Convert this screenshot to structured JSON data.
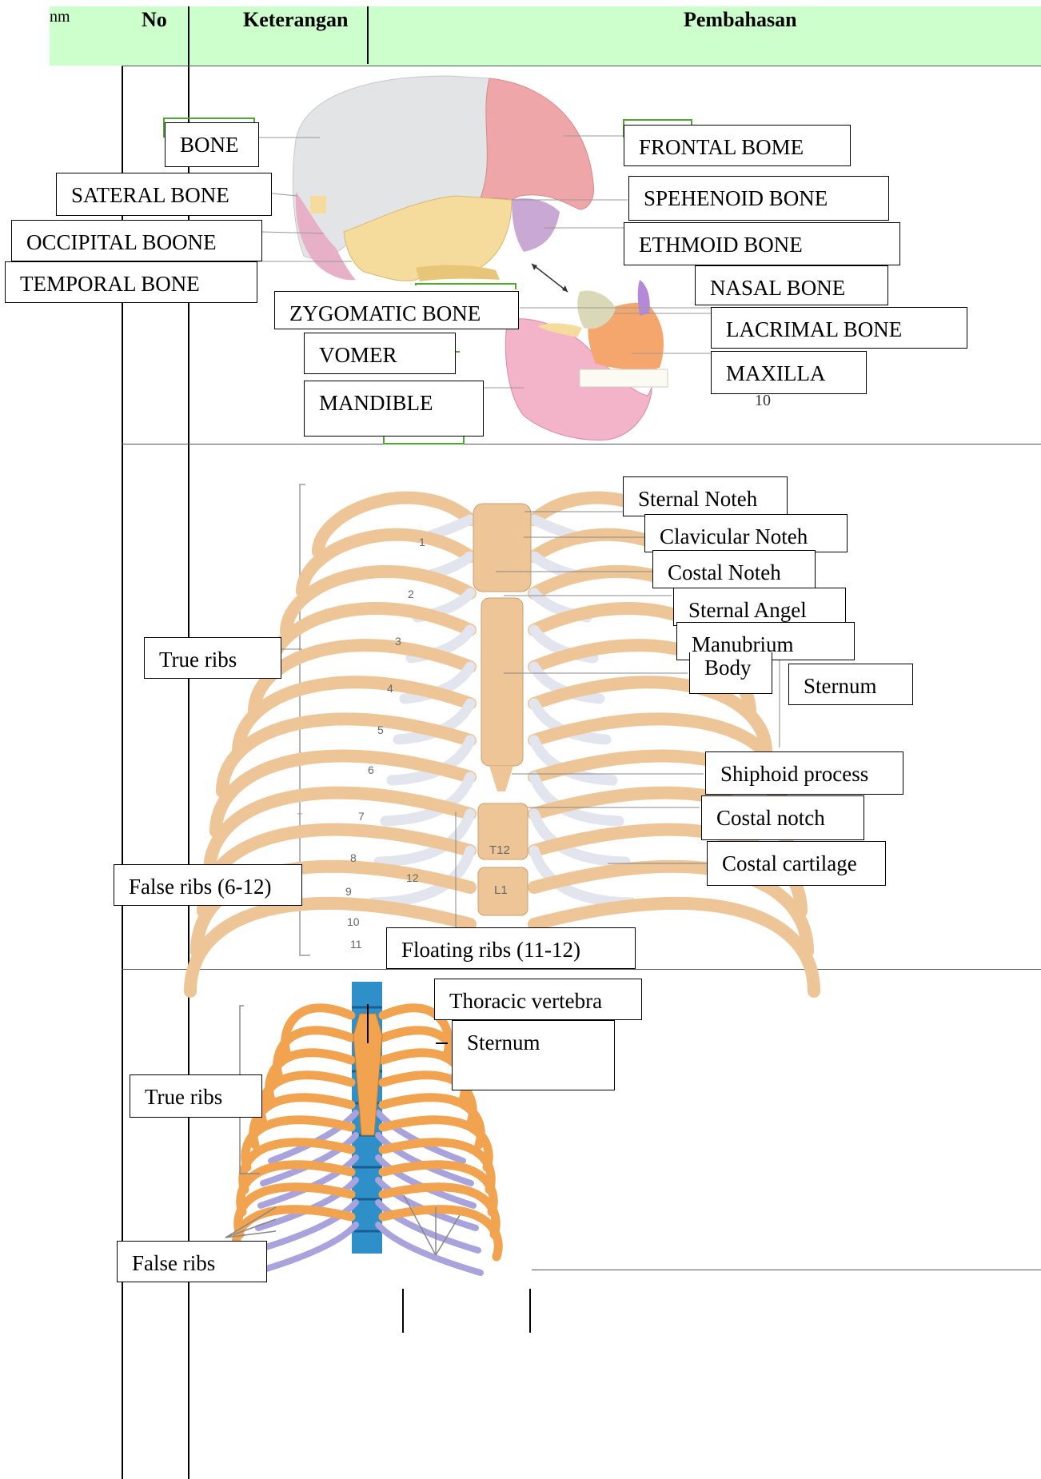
{
  "header": {
    "corner": "nm",
    "col_no": "No",
    "col_keterangan": "Keterangan",
    "col_pembahasan": "Pembahasan"
  },
  "skull": {
    "page_number": "10",
    "labels": {
      "bone": "BONE",
      "sateral": "SATERAL BONE",
      "occipital": "OCCIPITAL BOONE",
      "temporal": "TEMPORAL BONE",
      "zygomatic": "ZYGOMATIC BONE",
      "vomer": "VOMER",
      "mandible": "MANDIBLE",
      "frontal": "FRONTAL BOME",
      "sphenoid": "SPEHENOID BONE",
      "ethmoid": "ETHMOID BONE",
      "nasal": "NASAL BONE",
      "lacrimal": "LACRIMAL BONE",
      "maxilla": "MAXILLA"
    }
  },
  "thorax": {
    "rib_numbers": [
      "1",
      "2",
      "3",
      "4",
      "5",
      "6",
      "7",
      "8",
      "9",
      "10",
      "11",
      "12"
    ],
    "vertebra_t12": "T12",
    "vertebra_l1": "L1",
    "labels": {
      "sternal_notch": "Sternal Noteh",
      "clavicular_notch": "Clavicular Noteh",
      "costal_notch_top": "Costal Noteh",
      "sternal_angle": "Sternal Angel",
      "manubrium": "Manubrium",
      "body": "Body",
      "sternum": "Sternum",
      "xiphoid": "Shiphoid process",
      "costal_notch": "Costal notch",
      "costal_cartilage": "Costal cartilage",
      "true_ribs": "True ribs",
      "false_ribs": "False ribs (6-12)",
      "floating_ribs": "Floating ribs (11-12)"
    }
  },
  "ribcage": {
    "labels": {
      "thoracic_vertebra": "Thoracic vertebra",
      "sternum": "Sternum",
      "true_ribs": "True ribs",
      "false_ribs": "False ribs"
    }
  },
  "colors": {
    "header_bg": "#ccffcc",
    "parietal": "#e3e4e6",
    "frontal": "#efa6a8",
    "temporal": "#f6dc9c",
    "sphenoid": "#c9a8d4",
    "maxilla": "#f5a66d",
    "mandible": "#f3b3c8",
    "rib_bone": "#edc596",
    "rib_cartilage": "#e2e4ee",
    "rib_orange": "#f2a34f",
    "rib_purple": "#a8a3dd",
    "spine_blue": "#2f8fc9"
  }
}
